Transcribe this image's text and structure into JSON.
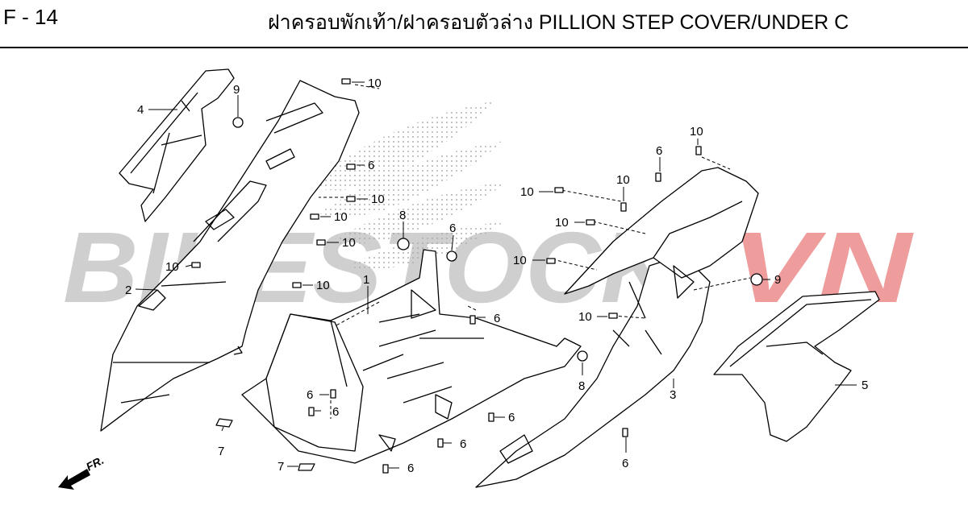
{
  "header": {
    "page_code": "F - 14",
    "title": "ฝาครอบพักเท้า/ฝาครอบตัวล่าง  PILLION STEP COVER/UNDER C"
  },
  "watermark": {
    "text_left": "BIKESTOCK",
    "text_right": "VN"
  },
  "colors": {
    "watermark_gray": "#a8a8a8",
    "watermark_red": "#e87b7b",
    "line": "#000000"
  },
  "direction": {
    "label": "FR."
  },
  "callouts": [
    {
      "id": "c1",
      "label": "1"
    },
    {
      "id": "c2",
      "label": "2"
    },
    {
      "id": "c3",
      "label": "3"
    },
    {
      "id": "c4",
      "label": "4"
    },
    {
      "id": "c5",
      "label": "5"
    },
    {
      "id": "c6a",
      "label": "6"
    },
    {
      "id": "c6b",
      "label": "6"
    },
    {
      "id": "c6c",
      "label": "6"
    },
    {
      "id": "c6d",
      "label": "6"
    },
    {
      "id": "c6e",
      "label": "6"
    },
    {
      "id": "c6f",
      "label": "6"
    },
    {
      "id": "c6g",
      "label": "6"
    },
    {
      "id": "c6h",
      "label": "6"
    },
    {
      "id": "c6i",
      "label": "6"
    },
    {
      "id": "c6j",
      "label": "6"
    },
    {
      "id": "c6k",
      "label": "6"
    },
    {
      "id": "c7a",
      "label": "7"
    },
    {
      "id": "c7b",
      "label": "7"
    },
    {
      "id": "c8a",
      "label": "8"
    },
    {
      "id": "c8b",
      "label": "8"
    },
    {
      "id": "c9a",
      "label": "9"
    },
    {
      "id": "c9b",
      "label": "9"
    },
    {
      "id": "c10a",
      "label": "10"
    },
    {
      "id": "c10b",
      "label": "10"
    },
    {
      "id": "c10c",
      "label": "10"
    },
    {
      "id": "c10d",
      "label": "10"
    },
    {
      "id": "c10e",
      "label": "10"
    },
    {
      "id": "c10f",
      "label": "10"
    },
    {
      "id": "c10g",
      "label": "10"
    },
    {
      "id": "c10h",
      "label": "10"
    },
    {
      "id": "c10i",
      "label": "10"
    },
    {
      "id": "c10j",
      "label": "10"
    },
    {
      "id": "c10k",
      "label": "10"
    },
    {
      "id": "c10l",
      "label": "10"
    }
  ]
}
